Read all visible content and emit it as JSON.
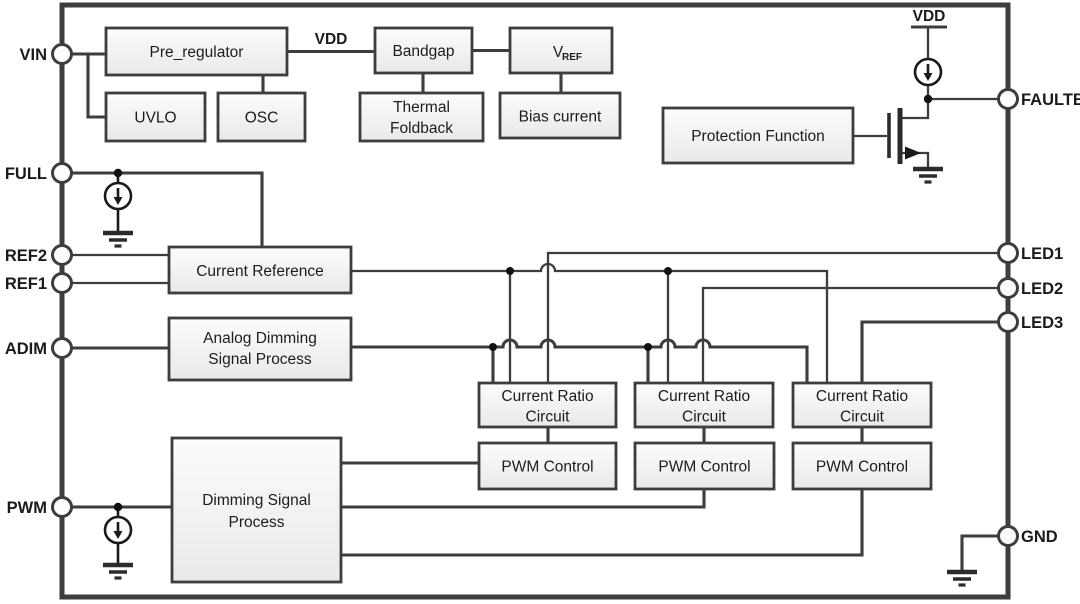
{
  "diagram": {
    "kind": "LED driver IC functional block diagram",
    "colors": {
      "wire": "#3d3d3d",
      "block_border": "#3d3d3d",
      "block_fill": "#f2f2f2",
      "text": "#1c1c1c",
      "background": "#ffffff"
    }
  },
  "pins": {
    "left": [
      {
        "label": "VIN"
      },
      {
        "label": "FULL"
      },
      {
        "label": "REF2"
      },
      {
        "label": "REF1"
      },
      {
        "label": "ADIM"
      },
      {
        "label": "PWM"
      }
    ],
    "right": [
      {
        "label": "FAULTB"
      },
      {
        "label": "LED1"
      },
      {
        "label": "LED2"
      },
      {
        "label": "LED3"
      },
      {
        "label": "GND"
      }
    ]
  },
  "nets": {
    "vdd_wire": "VDD",
    "vdd_rail": "VDD"
  },
  "blocks": {
    "pre_regulator": "Pre_regulator",
    "uvlo": "UVLO",
    "osc": "OSC",
    "bandgap": "Bandgap",
    "vref_main": "V",
    "vref_sub": "REF",
    "thermal_foldback_line1": "Thermal",
    "thermal_foldback_line2": "Foldback",
    "bias_current": "Bias current",
    "protection_function": "Protection Function",
    "current_reference": "Current Reference",
    "analog_dimming_line1": "Analog Dimming",
    "analog_dimming_line2": "Signal Process",
    "dimming_line1": "Dimming Signal",
    "dimming_line2": "Process"
  },
  "channels": [
    {
      "ratio_line1": "Current Ratio",
      "ratio_line2": "Circuit",
      "pwm_label": "PWM Control"
    },
    {
      "ratio_line1": "Current Ratio",
      "ratio_line2": "Circuit",
      "pwm_label": "PWM Control"
    },
    {
      "ratio_line1": "Current Ratio",
      "ratio_line2": "Circuit",
      "pwm_label": "PWM Control"
    }
  ]
}
